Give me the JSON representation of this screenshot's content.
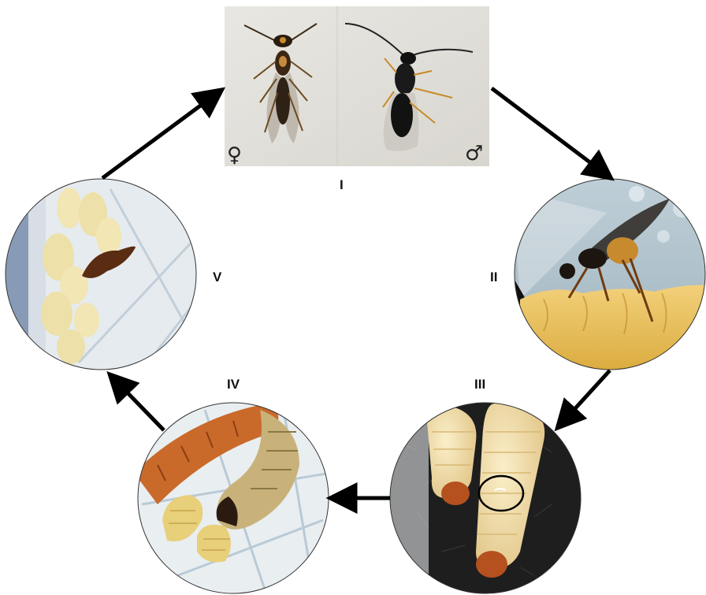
{
  "stages": [
    {
      "id": "I",
      "label": "I",
      "subject": "adult wasps, female and male"
    },
    {
      "id": "II",
      "label": "II",
      "subject": "female wasp ovipositing on host larva"
    },
    {
      "id": "III",
      "label": "III",
      "subject": "host larvae with circled egg"
    },
    {
      "id": "IV",
      "label": "IV",
      "subject": "wasp larvae feeding on host larva"
    },
    {
      "id": "V",
      "label": "V",
      "subject": "wasp pupae beside host remains"
    }
  ],
  "symbols": {
    "female": "♀",
    "male": "♂"
  },
  "colors": {
    "arrow": "#000000",
    "host_larva": "#e9c98a",
    "host_head": "#b5501f",
    "background": "#ffffff"
  }
}
